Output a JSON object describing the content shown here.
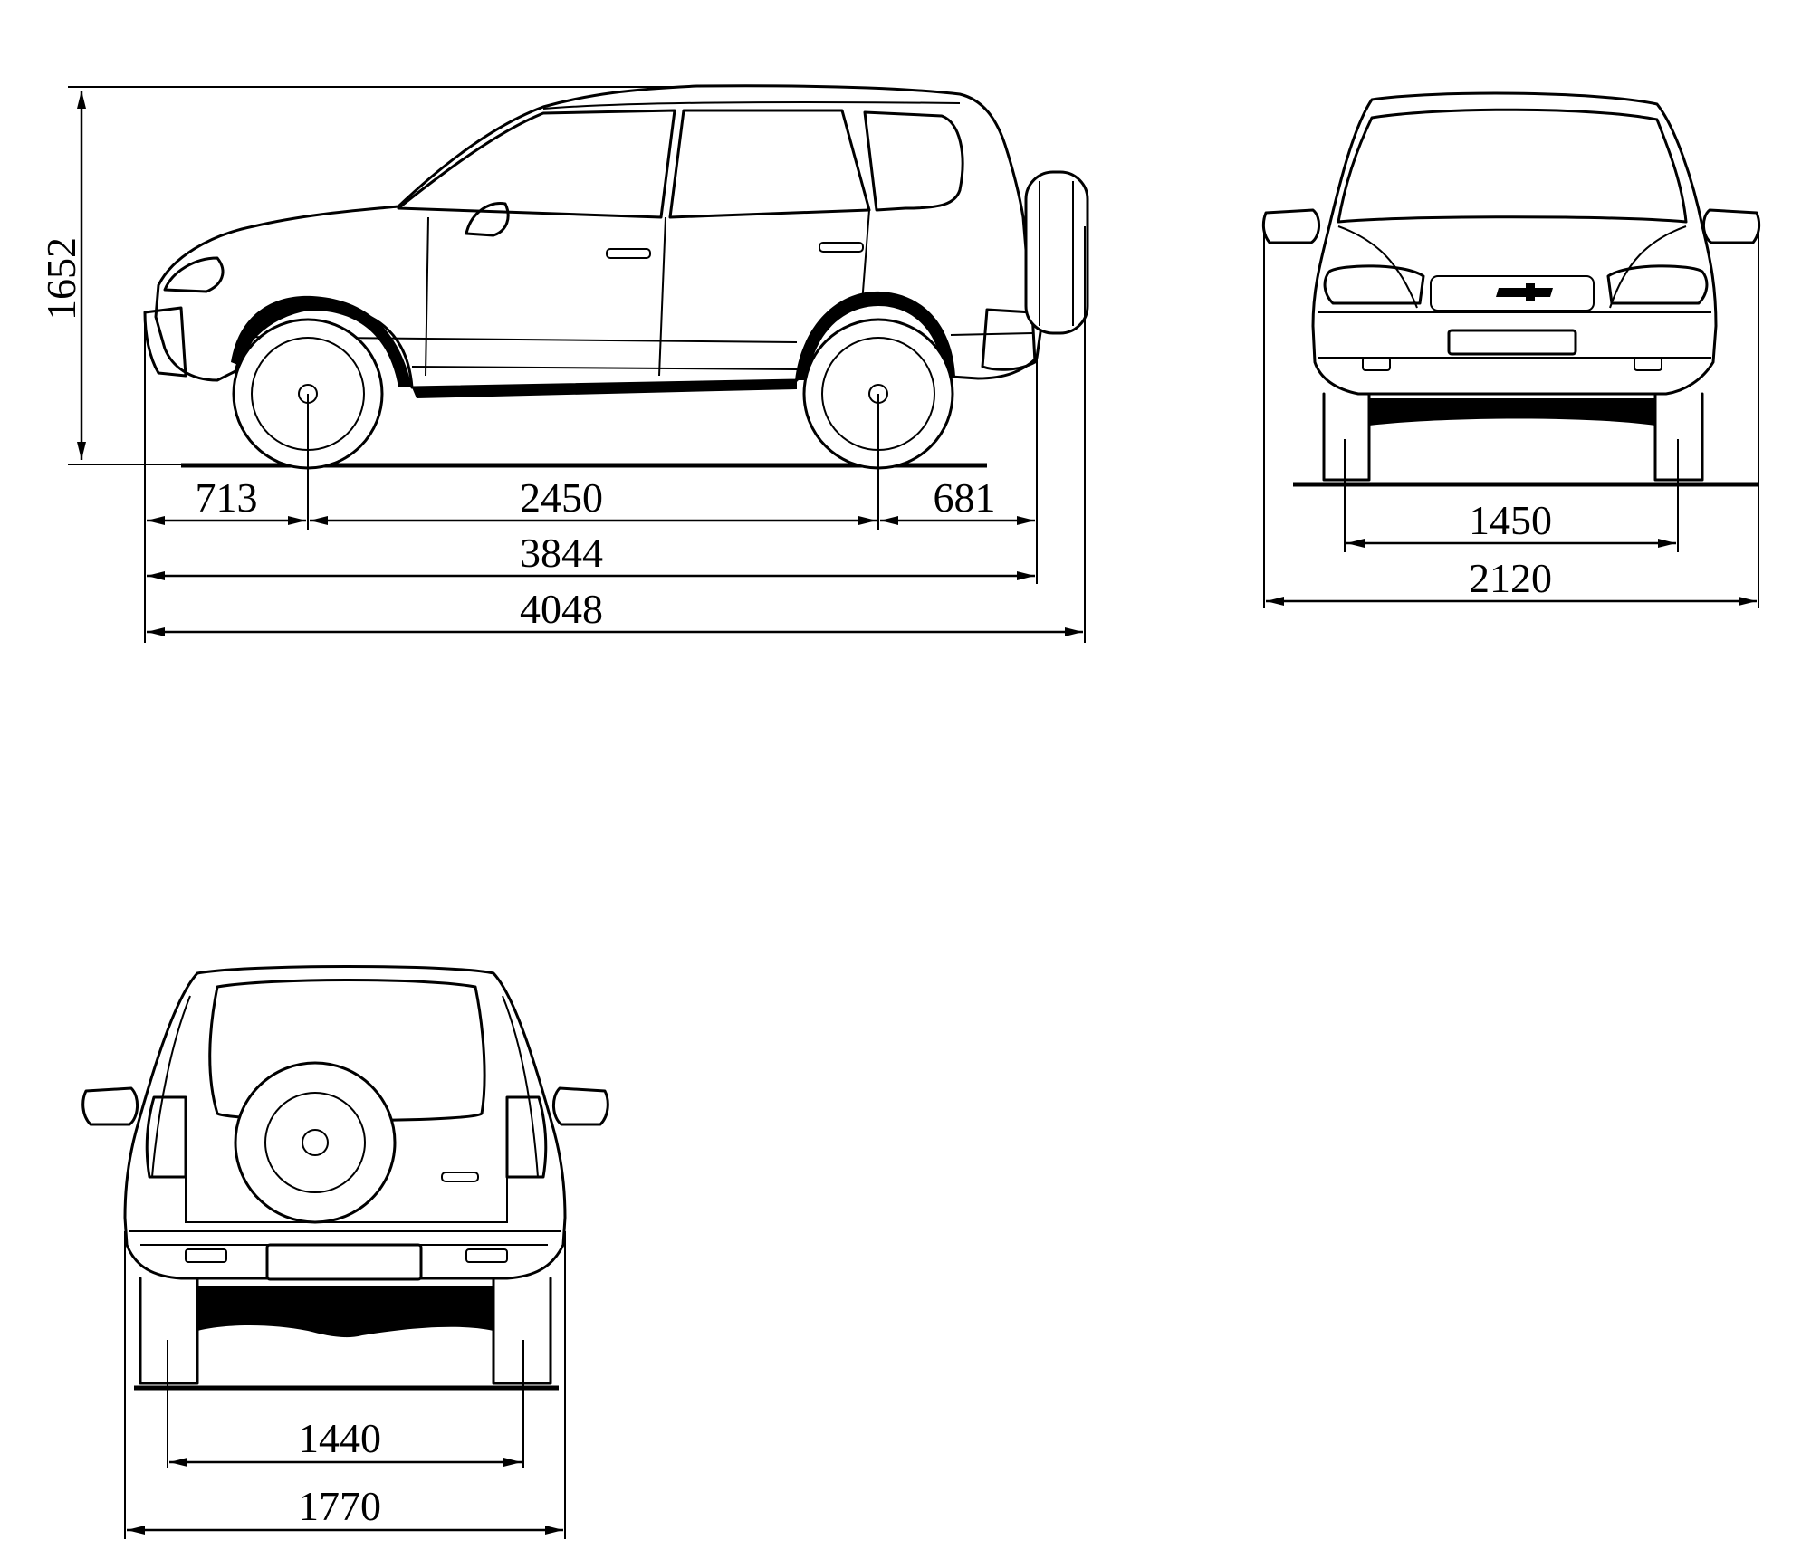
{
  "views": {
    "side": {
      "front_overhang": "713",
      "wheelbase": "2450",
      "rear_overhang": "681",
      "length_no_spare": "3844",
      "overall_length": "4048",
      "overall_height": "1652"
    },
    "front": {
      "front_track": "1450",
      "width_with_mirrors": "2120"
    },
    "rear": {
      "rear_track": "1440",
      "body_width": "1770"
    }
  }
}
